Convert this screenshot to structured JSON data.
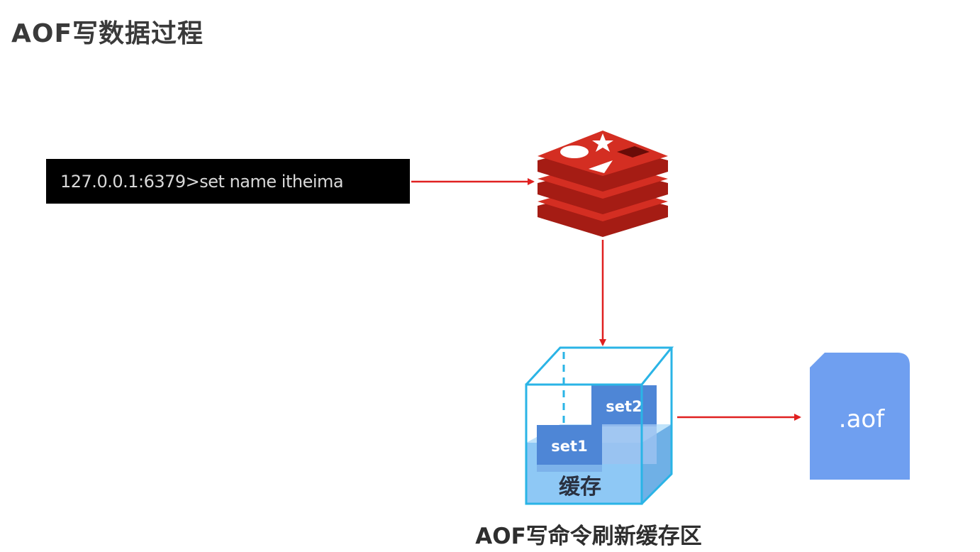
{
  "title": "AOF写数据过程",
  "command": "127.0.0.1:6379>set name itheima",
  "buffer": {
    "label": "缓存",
    "items": [
      "set1",
      "set2"
    ]
  },
  "file": {
    "label": ".aof"
  },
  "caption": "AOF写命令刷新缓存区",
  "colors": {
    "arrow": "#e02020",
    "redis": "#c8281e",
    "cube_edge": "#2ab4e6",
    "block": "#4e86d6",
    "file": "#6f9ff0"
  },
  "icons": [
    "redis-logo-icon",
    "file-icon"
  ]
}
